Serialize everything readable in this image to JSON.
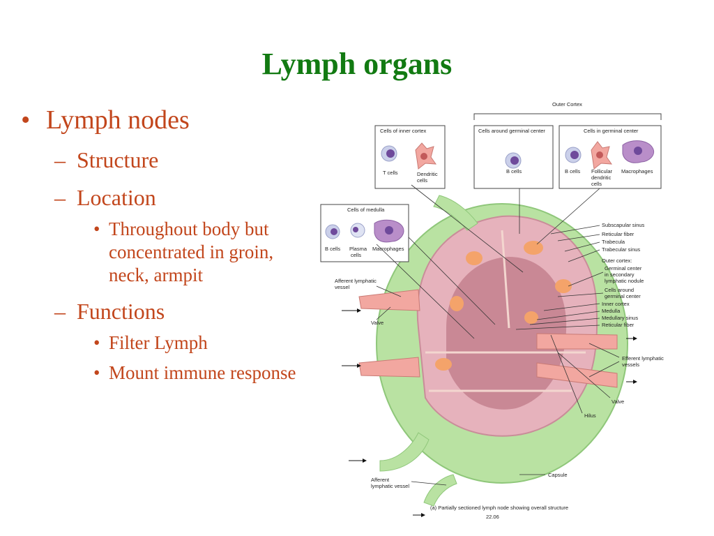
{
  "slide": {
    "title": "Lymph organs",
    "bullets": {
      "lymph_nodes": "Lymph nodes",
      "structure": "Structure",
      "location": "Location",
      "location_detail": "Throughout body but concentrated in groin, neck, armpit",
      "functions": "Functions",
      "filter": "Filter Lymph",
      "immune": "Mount immune response"
    },
    "markers": {
      "bullet": "•",
      "dash": "–"
    }
  },
  "figure": {
    "outer_cortex": "Outer Cortex",
    "inner_cortex_box": {
      "title": "Cells of inner cortex",
      "t_cells": "T cells",
      "dendritic_1": "Dendritic",
      "dendritic_2": "cells"
    },
    "around_germinal_box": {
      "title": "Cells around germinal center",
      "b_cells": "B cells"
    },
    "germinal_box": {
      "title": "Cells in germinal center",
      "b_cells": "B cells",
      "follicular_1": "Follicular",
      "follicular_2": "dendritic",
      "follicular_3": "cells",
      "macrophages": "Macrophages"
    },
    "medulla_box": {
      "title": "Cells of medulla",
      "b_cells": "B cells",
      "plasma_1": "Plasma",
      "plasma_2": "cells",
      "macrophages": "Macrophages"
    },
    "labels": {
      "subcapsular_sinus": "Subscapular sinus",
      "reticular_fiber": "Reticular fiber",
      "trabecula": "Trabecula",
      "trabecular_sinus": "Trabecular sinus",
      "outer_cortex": "Outer cortex:",
      "germinal_1": "Germinal center",
      "germinal_2": "in secondary",
      "germinal_3": "lymphatic nodule",
      "cells_around_1": "Cells around",
      "cells_around_2": "germinal center",
      "inner_cortex": "Inner cortex",
      "medulla": "Medulla",
      "medullary_sinus": "Medullary sinus",
      "reticular_fiber_2": "Reticular fiber",
      "afferent_1": "Afferent lymphatic",
      "afferent_2": "vessel",
      "valve": "Valve",
      "efferent_1": "Efferent lymphatic",
      "efferent_2": "vessels",
      "valve_2": "Valve",
      "hilus": "Hilus",
      "capsule": "Capsule",
      "afferent_b1": "Afferent",
      "afferent_b2": "lymphatic vessel"
    },
    "caption": "(a) Partially sectioned lymph node showing overall structure",
    "figure_number": "22.06"
  }
}
